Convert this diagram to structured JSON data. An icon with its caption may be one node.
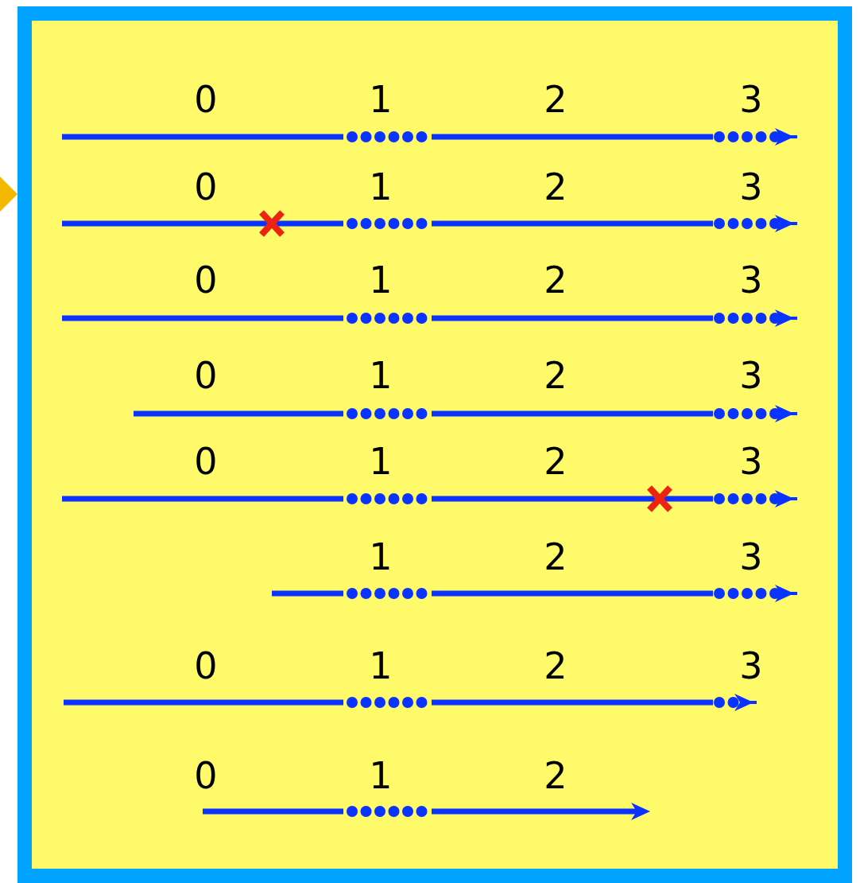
{
  "diagram": {
    "labels": [
      "0",
      "1",
      "2",
      "3",
      "0",
      "1",
      "2",
      "3",
      "0",
      "1",
      "2",
      "3",
      "0",
      "1",
      "2",
      "3",
      "0",
      "1",
      "2",
      "3",
      "1",
      "2",
      "3",
      "0",
      "1",
      "2",
      "3",
      "0",
      "1",
      "2"
    ]
  }
}
